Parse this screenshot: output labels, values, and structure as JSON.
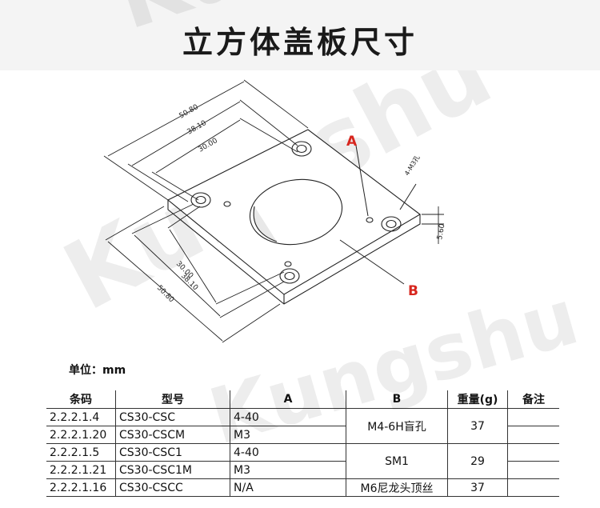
{
  "title": "立方体盖板尺寸",
  "watermark": "Kungshu",
  "drawing": {
    "label_a": "A",
    "label_b": "B",
    "dims": [
      "50.80",
      "38.10",
      "30.00",
      "30.00",
      "38.10",
      "50.80",
      "5.60"
    ],
    "side_note": "4-M3孔"
  },
  "unit_label": "单位：mm",
  "table": {
    "headers": [
      "条码",
      "型号",
      "A",
      "B",
      "重量(g)",
      "备注"
    ],
    "rows": [
      [
        "2.2.2.1.4",
        "CS30-CSC",
        "4-40"
      ],
      [
        "2.2.2.1.20",
        "CS30-CSCM",
        "M3"
      ],
      [
        "2.2.2.1.5",
        "CS30-CSC1",
        "4-40"
      ],
      [
        "2.2.2.1.21",
        "CS30-CSC1M",
        "M3"
      ],
      [
        "2.2.2.1.16",
        "CS30-CSCC",
        "N/A"
      ]
    ],
    "b_groups": [
      "M4-6H盲孔",
      "SM1",
      "M6尼龙头顶丝"
    ],
    "weights": [
      "37",
      "29",
      "37"
    ],
    "notes": [
      "",
      "",
      "",
      "",
      ""
    ]
  },
  "colors": {
    "callout_red": "#d7261e",
    "title_band": "#f4f4f4"
  }
}
